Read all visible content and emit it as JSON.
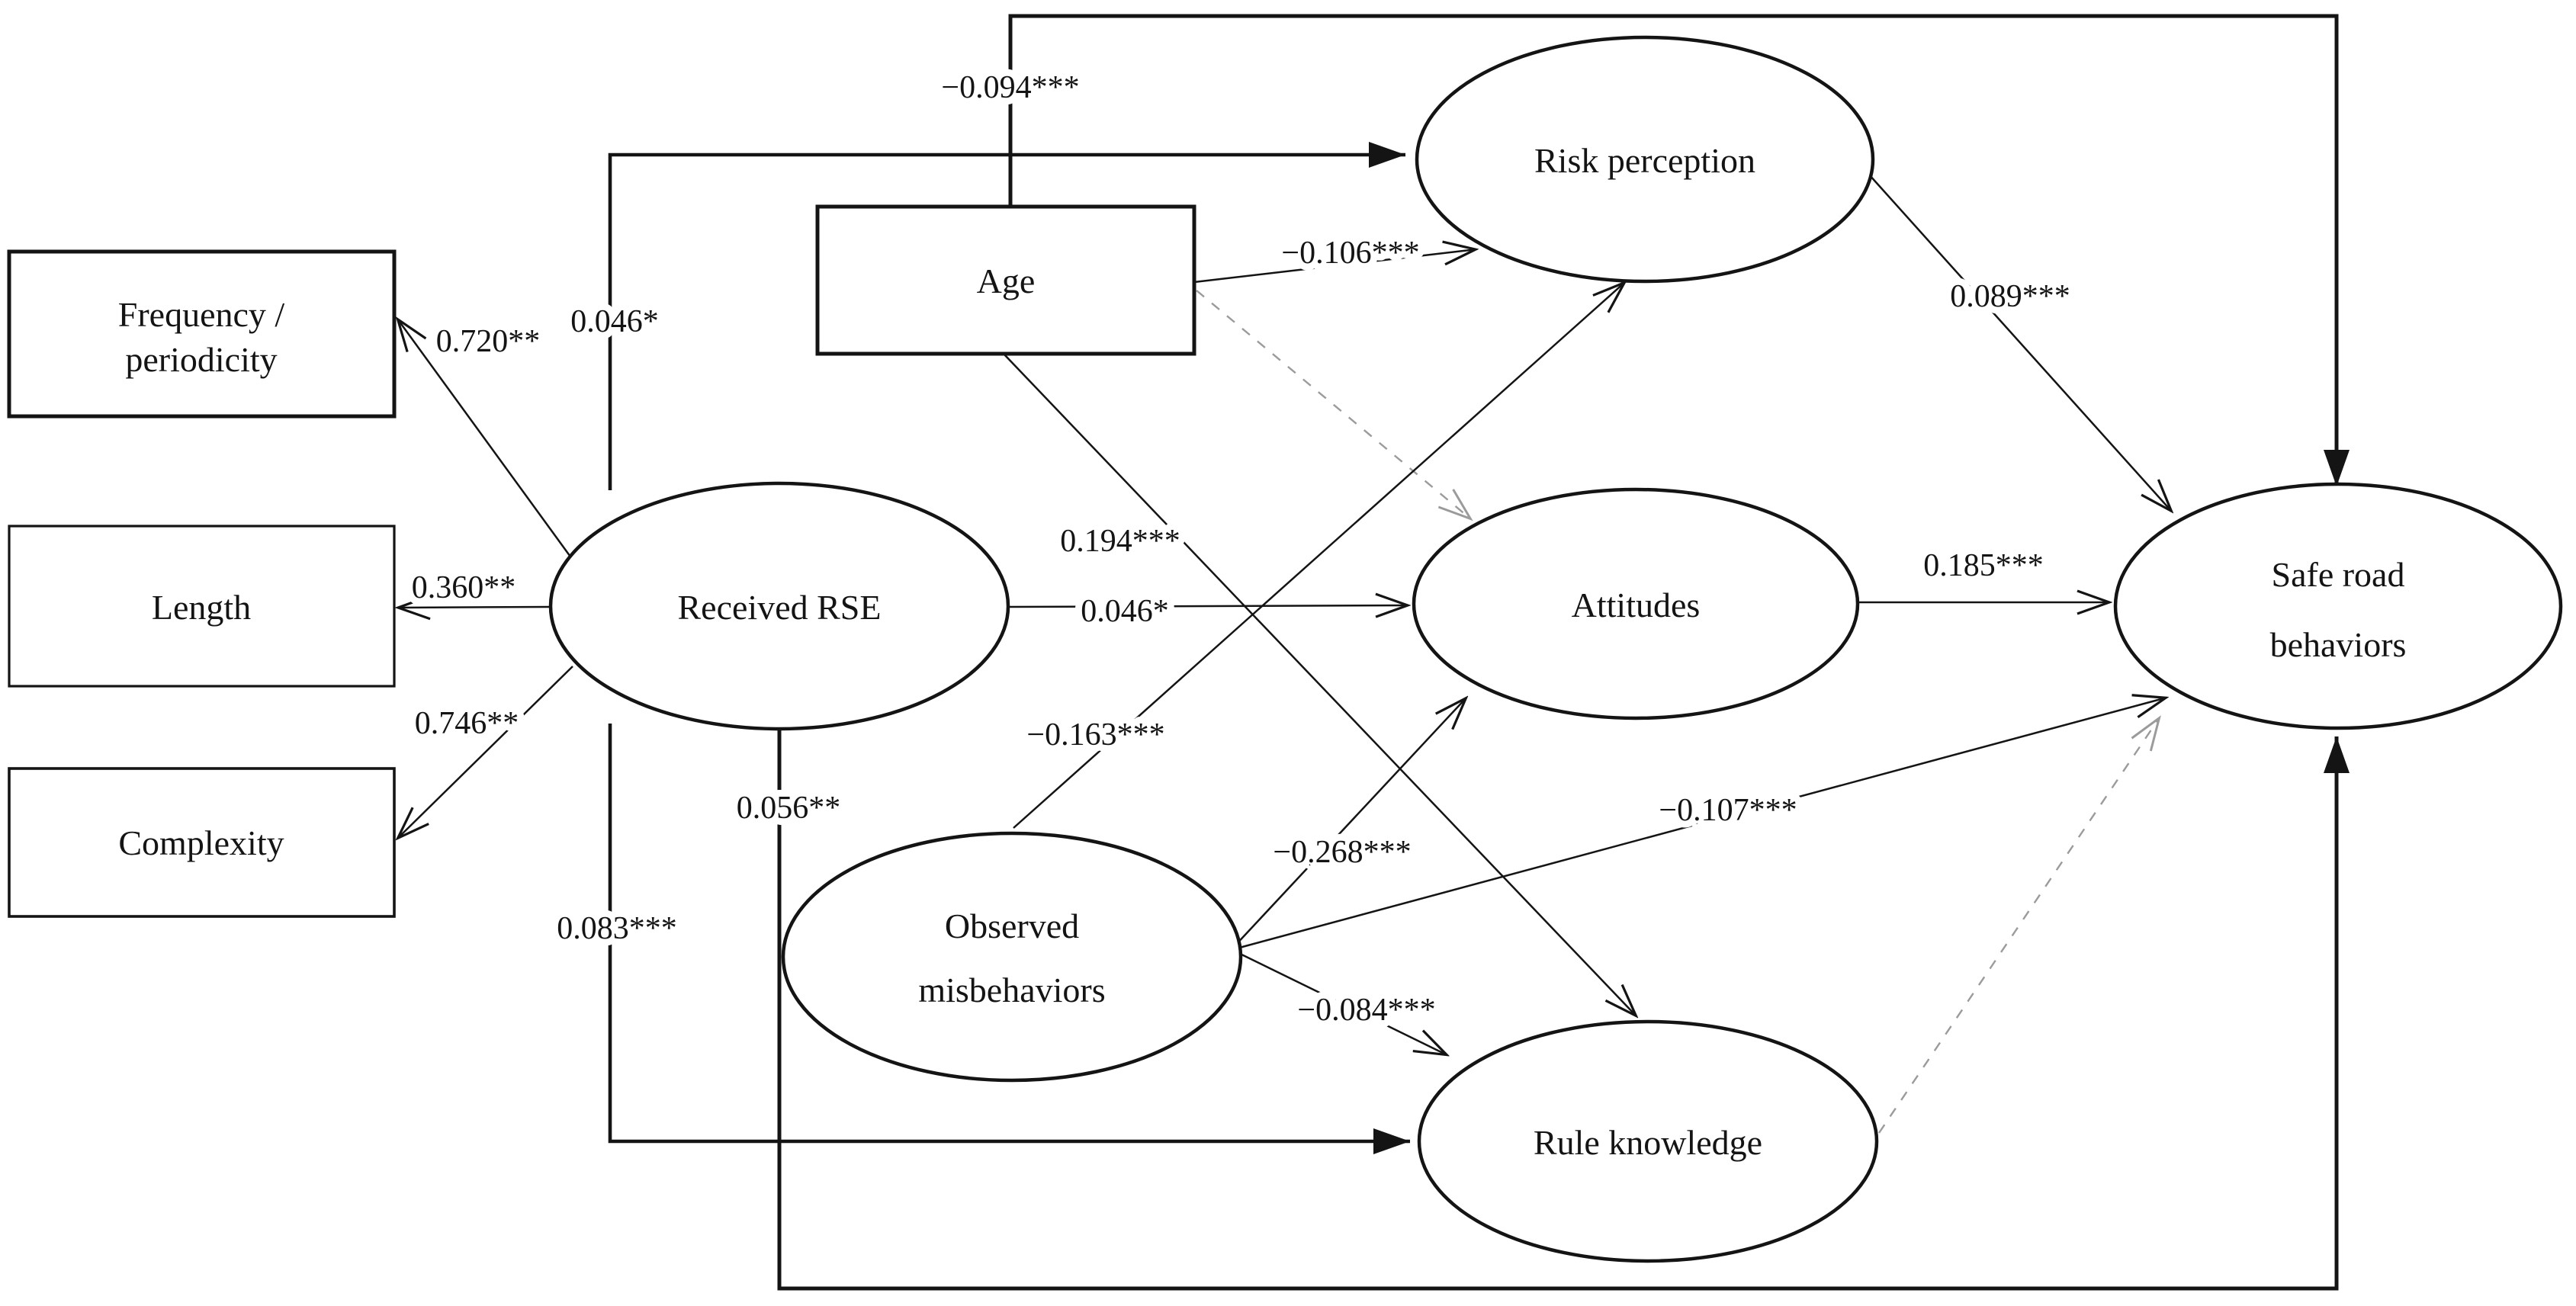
{
  "figure": {
    "type": "sem-path-diagram",
    "background": "#ffffff",
    "line_color": "#141414",
    "nonsignificant_dash_color": "#9b9b9b"
  },
  "nodes": {
    "frequency": {
      "line1": "Frequency /",
      "line2": "periodicity",
      "shape": "rectangle"
    },
    "length": {
      "label": "Length",
      "shape": "rectangle"
    },
    "complexity": {
      "label": "Complexity",
      "shape": "rectangle"
    },
    "age": {
      "label": "Age",
      "shape": "rectangle"
    },
    "received_rse": {
      "label": "Received RSE",
      "shape": "ellipse"
    },
    "risk_perception": {
      "label": "Risk perception",
      "shape": "ellipse"
    },
    "attitudes": {
      "label": "Attitudes",
      "shape": "ellipse"
    },
    "observed_misbehaviors": {
      "line1": "Observed",
      "line2": "misbehaviors",
      "shape": "ellipse"
    },
    "rule_knowledge": {
      "label": "Rule knowledge",
      "shape": "ellipse"
    },
    "safe_road_behaviors": {
      "line1": "Safe road",
      "line2": "behaviors",
      "shape": "ellipse"
    }
  },
  "coefficients": {
    "rse_frequency": "0.720**",
    "rse_length": "0.360**",
    "rse_complexity": "0.746**",
    "rse_risk": "0.046*",
    "rse_attitudes": "0.046*",
    "rse_rule": "0.083***",
    "rse_safe": "0.056**",
    "age_safe": "−0.094***",
    "age_risk": "−0.106***",
    "age_rule": "0.194***",
    "obs_risk": "−0.163***",
    "obs_attitudes": "−0.268***",
    "obs_rule": "−0.084***",
    "obs_safe": "−0.107***",
    "risk_safe": "0.089***",
    "attitudes_safe": "0.185***"
  },
  "edges": [
    {
      "from": "received_rse",
      "to": "frequency",
      "coefficient": "0.720**",
      "style": "solid"
    },
    {
      "from": "received_rse",
      "to": "length",
      "coefficient": "0.360**",
      "style": "solid"
    },
    {
      "from": "received_rse",
      "to": "complexity",
      "coefficient": "0.746**",
      "style": "solid"
    },
    {
      "from": "received_rse",
      "to": "risk_perception",
      "coefficient": "0.046*",
      "style": "solid-elbow"
    },
    {
      "from": "received_rse",
      "to": "attitudes",
      "coefficient": "0.046*",
      "style": "solid"
    },
    {
      "from": "received_rse",
      "to": "rule_knowledge",
      "coefficient": "0.083***",
      "style": "solid-elbow"
    },
    {
      "from": "received_rse",
      "to": "safe_road_behaviors",
      "coefficient": "0.056**",
      "style": "solid-elbow"
    },
    {
      "from": "age",
      "to": "safe_road_behaviors",
      "coefficient": "−0.094***",
      "style": "solid-elbow"
    },
    {
      "from": "age",
      "to": "risk_perception",
      "coefficient": "−0.106***",
      "style": "solid"
    },
    {
      "from": "age",
      "to": "attitudes",
      "coefficient": null,
      "style": "dashed"
    },
    {
      "from": "age",
      "to": "rule_knowledge",
      "coefficient": "0.194***",
      "style": "solid"
    },
    {
      "from": "observed_misbehaviors",
      "to": "risk_perception",
      "coefficient": "−0.163***",
      "style": "solid"
    },
    {
      "from": "observed_misbehaviors",
      "to": "attitudes",
      "coefficient": "−0.268***",
      "style": "solid"
    },
    {
      "from": "observed_misbehaviors",
      "to": "rule_knowledge",
      "coefficient": "−0.084***",
      "style": "solid"
    },
    {
      "from": "observed_misbehaviors",
      "to": "safe_road_behaviors",
      "coefficient": "−0.107***",
      "style": "solid"
    },
    {
      "from": "risk_perception",
      "to": "safe_road_behaviors",
      "coefficient": "0.089***",
      "style": "solid"
    },
    {
      "from": "attitudes",
      "to": "safe_road_behaviors",
      "coefficient": "0.185***",
      "style": "solid"
    },
    {
      "from": "rule_knowledge",
      "to": "safe_road_behaviors",
      "coefficient": null,
      "style": "dashed"
    }
  ]
}
